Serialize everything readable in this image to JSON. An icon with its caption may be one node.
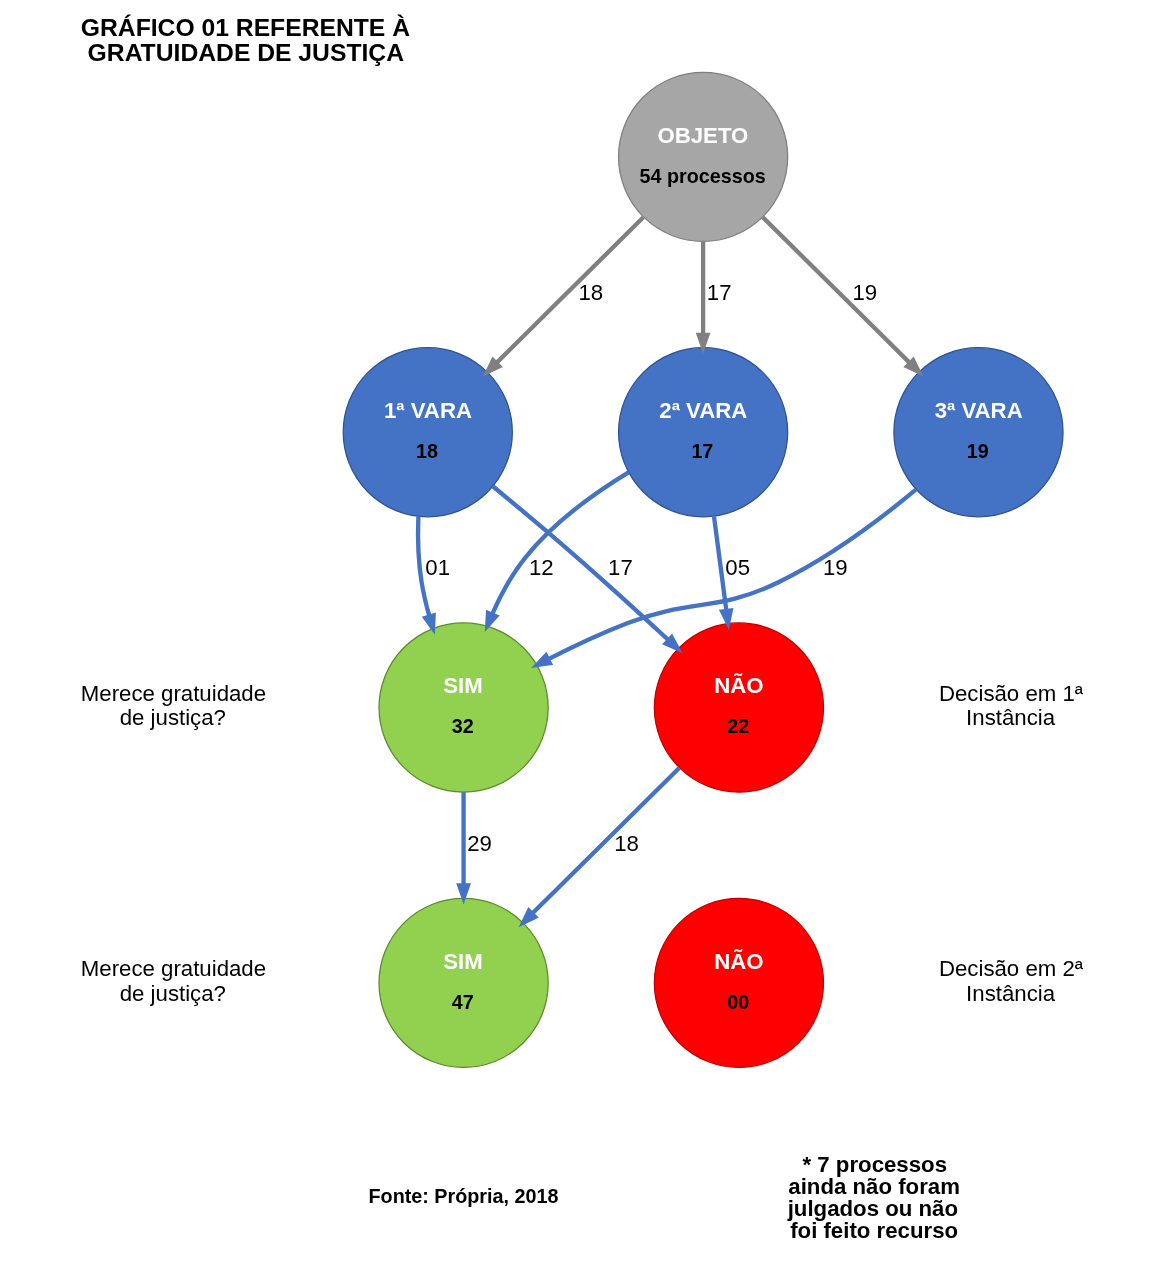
{
  "diagram": {
    "title": "GRÁFICO 01 REFERENTE À GRATUIDADE DE JUSTIÇA",
    "caption": "Fonte: Própria, 2018",
    "nodes": [
      {
        "text": [
          "OBJETO",
          "54 processos"
        ]
      },
      {
        "text": [
          "1ª VARA",
          "18"
        ]
      },
      {
        "text": [
          "2ª VARA",
          "17"
        ]
      },
      {
        "text": [
          "3ª VARA",
          "19"
        ]
      },
      {
        "text": [
          "SIM",
          "32"
        ]
      },
      {
        "text": [
          "NÃO",
          "22"
        ]
      },
      {
        "text": [
          "SIM",
          "47"
        ]
      },
      {
        "text": [
          "NÃO",
          "00"
        ]
      }
    ],
    "edges": [
      {
        "from": 0,
        "to": 1,
        "arrow": "to",
        "label": "18",
        "color": "#808080"
      },
      {
        "from": 0,
        "to": 2,
        "arrow": "to",
        "label": "17",
        "color": "#808080"
      },
      {
        "from": 0,
        "to": 3,
        "arrow": "to",
        "label": "19",
        "color": "#808080"
      },
      {
        "from": 1,
        "to": 4,
        "arrow": "to",
        "label": "01"
      },
      {
        "from": 1,
        "to": 5,
        "arrow": "to",
        "label": "17"
      },
      {
        "from": 3,
        "to": 4,
        "arrow": "to",
        "label": "19"
      },
      {
        "from": 2,
        "to": 4,
        "arrow": "to",
        "label": "12"
      },
      {
        "from": 2,
        "to": 5,
        "arrow": "to",
        "label": "05"
      },
      {
        "from": 4,
        "to": 6,
        "arrow": "to",
        "label": "29"
      },
      {
        "from": 5,
        "to": 6,
        "arrow": "to",
        "label": "18"
      }
    ],
    "labels": [
      "Merece gratuidade de justiça?",
      "Decisão em 1ª Instância",
      "Merece gratuidade de justiça?",
      "Decisão em 2ª Instância",
      "* 7 processos ainda não foram julgados ou não foi feito recurso"
    ]
  }
}
